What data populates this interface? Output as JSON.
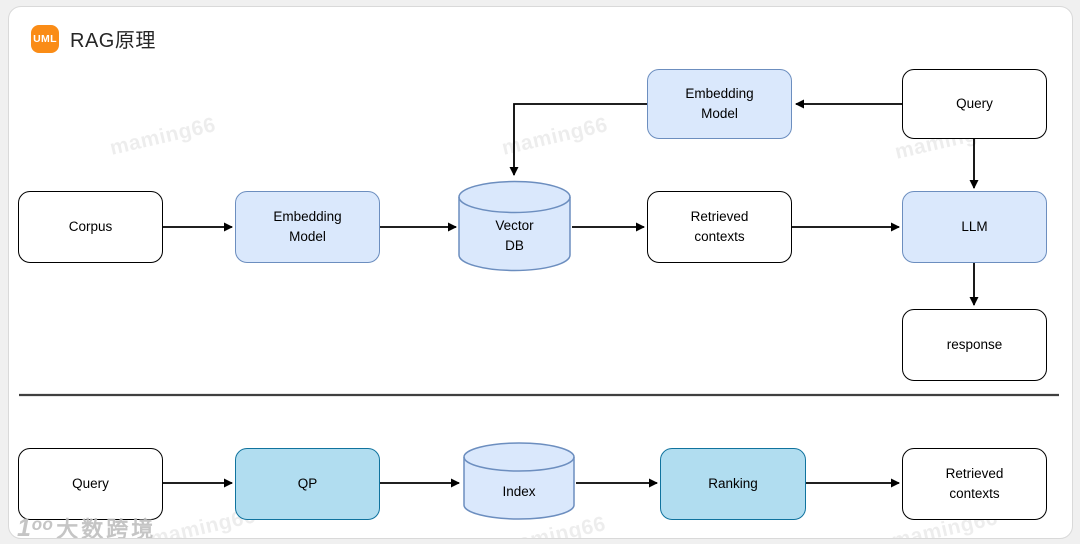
{
  "header": {
    "badge_label": "UML",
    "title": "RAG原理"
  },
  "colors": {
    "blue_fill": "#dae8fc",
    "blue_stroke": "#6c8ebf",
    "cyan_fill": "#b1ddf0",
    "cyan_stroke": "#10739e",
    "white_fill": "#ffffff",
    "node_stroke": "#000000",
    "arrow": "#000000",
    "badge_bg": "#fa8c16",
    "card_border": "#d9d9d9"
  },
  "nodes": [
    {
      "id": "corpus",
      "label": "Corpus",
      "style": "white"
    },
    {
      "id": "embedding-model-mid",
      "label": "Embedding\nModel",
      "style": "blue"
    },
    {
      "id": "vector-db",
      "label": "Vector\nDB",
      "style": "cylinder-blue"
    },
    {
      "id": "retrieved-contexts-top",
      "label": "Retrieved\ncontexts",
      "style": "white"
    },
    {
      "id": "llm",
      "label": "LLM",
      "style": "blue"
    },
    {
      "id": "embedding-model-top",
      "label": "Embedding\nModel",
      "style": "blue"
    },
    {
      "id": "query-top",
      "label": "Query",
      "style": "white"
    },
    {
      "id": "response",
      "label": "response",
      "style": "white"
    },
    {
      "id": "query-bottom",
      "label": "Query",
      "style": "white"
    },
    {
      "id": "qp",
      "label": "QP",
      "style": "cyan"
    },
    {
      "id": "index",
      "label": "Index",
      "style": "cylinder-blue"
    },
    {
      "id": "ranking",
      "label": "Ranking",
      "style": "cyan"
    },
    {
      "id": "retrieved-contexts-bottom",
      "label": "Retrieved\ncontexts",
      "style": "white"
    }
  ],
  "edges": [
    {
      "from": "corpus",
      "to": "embedding-model-mid"
    },
    {
      "from": "embedding-model-mid",
      "to": "vector-db"
    },
    {
      "from": "vector-db",
      "to": "retrieved-contexts-top"
    },
    {
      "from": "retrieved-contexts-top",
      "to": "llm"
    },
    {
      "from": "query-top",
      "to": "embedding-model-top"
    },
    {
      "from": "embedding-model-top",
      "to": "vector-db"
    },
    {
      "from": "query-top",
      "to": "llm"
    },
    {
      "from": "llm",
      "to": "response"
    },
    {
      "from": "query-bottom",
      "to": "qp"
    },
    {
      "from": "qp",
      "to": "index"
    },
    {
      "from": "index",
      "to": "ranking"
    },
    {
      "from": "ranking",
      "to": "retrieved-contexts-bottom"
    }
  ],
  "watermarks": {
    "text": "maming66",
    "brand_icon": "1ᵒᵒ",
    "brand_text": "大数跨境"
  }
}
